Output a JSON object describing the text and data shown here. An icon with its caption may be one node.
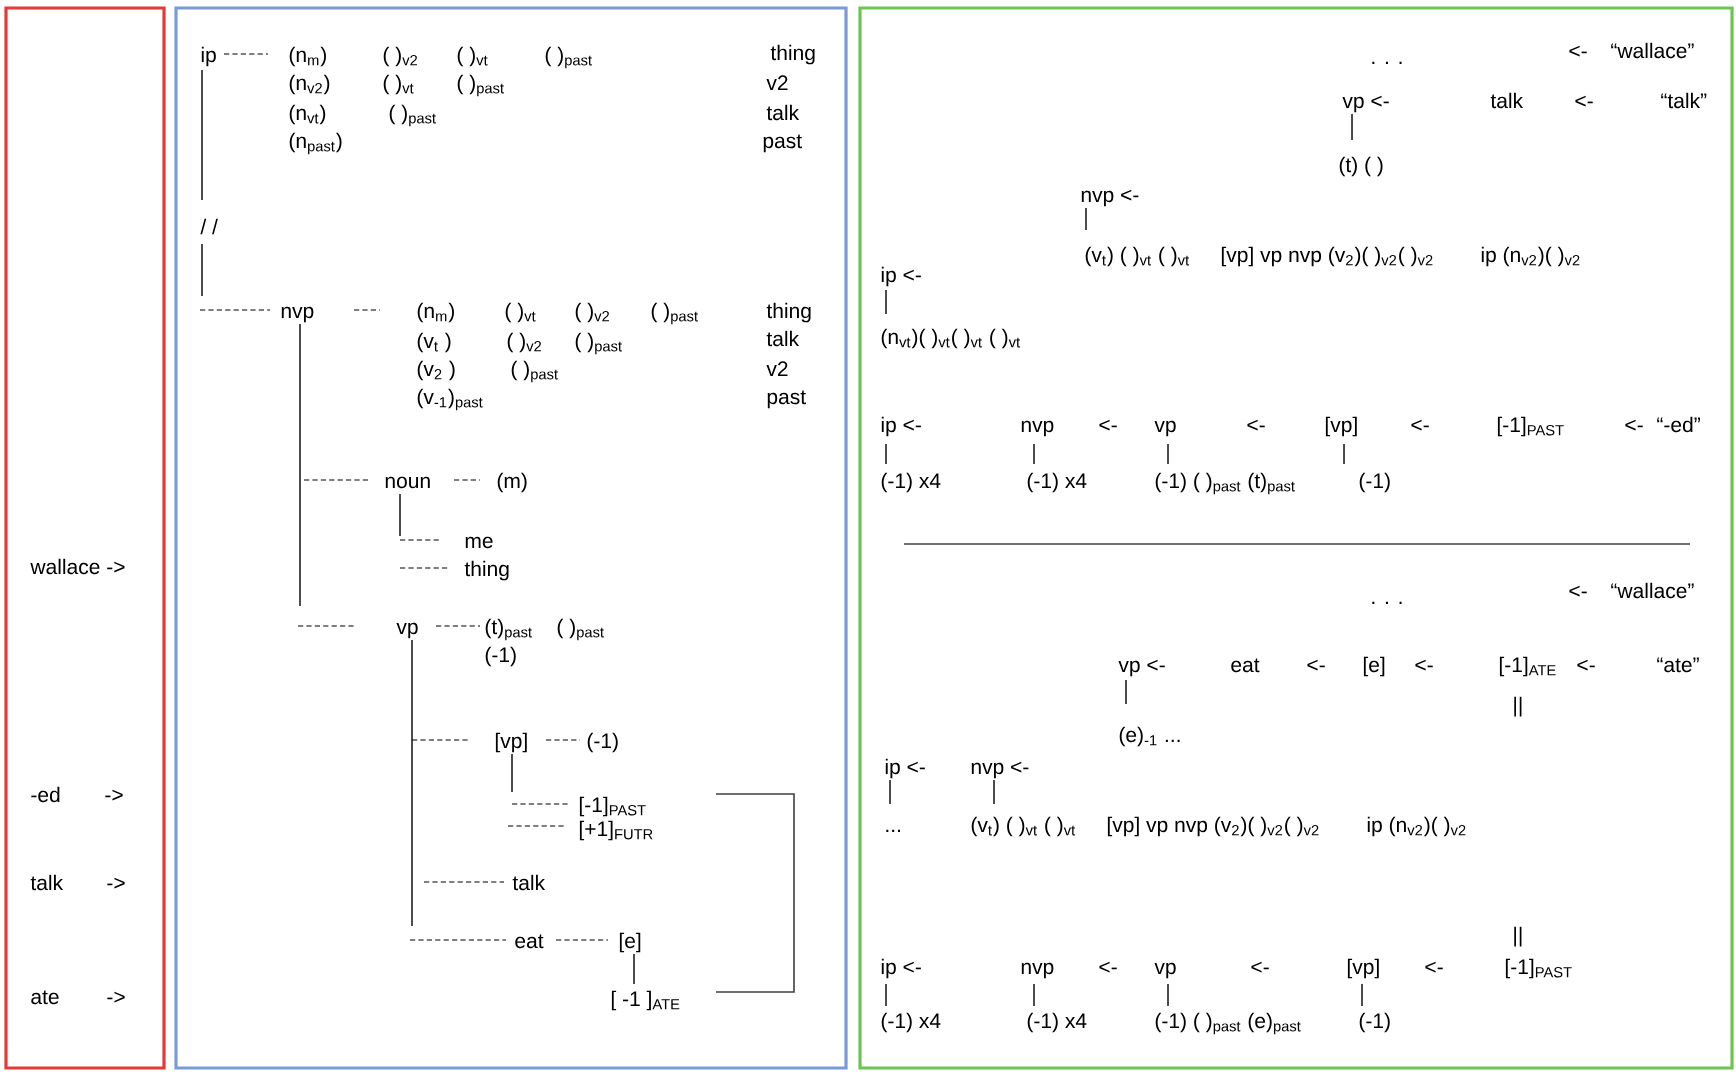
{
  "diagram": {
    "nodes": [
      {
        "text": [
          "wallace ->",
          "-ed",
          "->",
          "talk",
          "->",
          "ate",
          "->"
        ]
      },
      {
        "text": [
          "ip",
          "(n$_{m}$)",
          "( )$_{v2}$",
          "( )$_{vt}$",
          "( )$_{past}$",
          "thing",
          "(n$_{v2}$)",
          "( )$_{vt}$",
          "( )$_{past}$",
          "v2",
          "(n$_{vt}$)",
          "( )$_{past}$",
          "talk",
          "(n$_{past}$)",
          "past",
          "/ /",
          "nvp",
          "(n$_{m}$)",
          "( )$_{vt}$",
          "( )$_{v2}$",
          "( )$_{past}$",
          "thing",
          "(v$_{t}$ )",
          "( )$_{v2}$",
          "( )$_{past}$",
          "talk",
          "(v$_{2}$ )",
          "( )$_{past}$",
          "v2",
          "(v$_{-1}$)$_{past}$",
          "past",
          "noun",
          "(m)",
          "me",
          "thing",
          "vp",
          "(t)$_{past}$",
          "( )$_{past}$",
          "(-1)",
          "[vp]",
          "(-1)",
          "[-1]$_{PAST}$",
          "[+1]$_{FUTR}$",
          "talk",
          "eat",
          "[e]",
          "[ -1 ]$_{ATE}$"
        ]
      },
      {
        "text": [
          ". . .",
          "<-",
          "“wallace”",
          "vp <-",
          "talk",
          "<-",
          "“talk”",
          "(t) ( )",
          "nvp <-",
          "(v$_{t}$) ( )$_{vt}$ ( )$_{vt}$",
          "[vp] vp nvp (v$_{2}$)( )$_{v2}$( )$_{v2}$",
          "ip (n$_{v2}$)( )$_{v2}$",
          "ip <-",
          "(n$_{vt}$)( )$_{vt}$( )$_{vt}$ ( )$_{vt}$",
          "ip <-",
          "nvp",
          "<-",
          "vp",
          "<-",
          "[vp]",
          "<-",
          "[-1]$_{PAST}$",
          "<-",
          "“-ed”",
          "(-1) x4",
          "(-1) x4",
          "(-1) ( )$_{past}$ (t)$_{past}$",
          "(-1)",
          ". . .",
          "<-",
          "“wallace”",
          "vp <-",
          "eat",
          "<-",
          "[e]",
          "<-",
          "[-1]$_{ATE}$",
          "<-",
          "“ate”",
          "||",
          "(e)$_{-1}$ ...",
          "ip <-",
          "nvp <-",
          "...",
          "(v$_{t}$) ( )$_{vt}$ ( )$_{vt}$",
          "[vp] vp nvp (v$_{2}$)( )$_{v2}$( )$_{v2}$",
          "ip (n$_{v2}$)( )$_{v2}$",
          "||",
          "ip <-",
          "nvp",
          "<-",
          "vp",
          "<-",
          "[vp]",
          "<-",
          "[-1]$_{PAST}$",
          "(-1) x4",
          "(-1) x4",
          "(-1) ( )$_{past}$ (e)$_{past}$",
          "(-1)"
        ]
      }
    ]
  }
}
